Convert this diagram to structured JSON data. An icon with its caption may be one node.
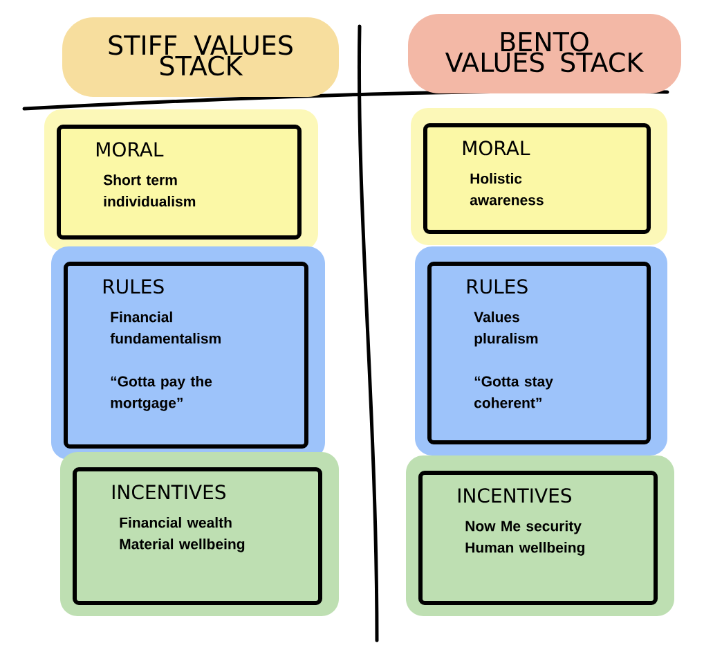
{
  "diagram": {
    "nodes": [
      {
        "text": [
          "STIFF VALUES STACK"
        ]
      },
      {
        "text": [
          "BENTO VALUES STACK"
        ]
      },
      {
        "text": [
          "MORAL",
          "Short term individualism"
        ]
      },
      {
        "text": [
          "RULES",
          "Financial fundamentalism",
          "“Gotta pay the mortgage”"
        ]
      },
      {
        "text": [
          "INCENTIVES",
          "Financial wealth",
          "Material wellbeing"
        ]
      },
      {
        "text": [
          "MORAL",
          "Holistic awareness"
        ]
      },
      {
        "text": [
          "RULES",
          "Values pluralism",
          "“Gotta stay coherent”"
        ]
      },
      {
        "text": [
          "INCENTIVES",
          "Now Me security",
          "Human wellbeing"
        ]
      }
    ]
  }
}
